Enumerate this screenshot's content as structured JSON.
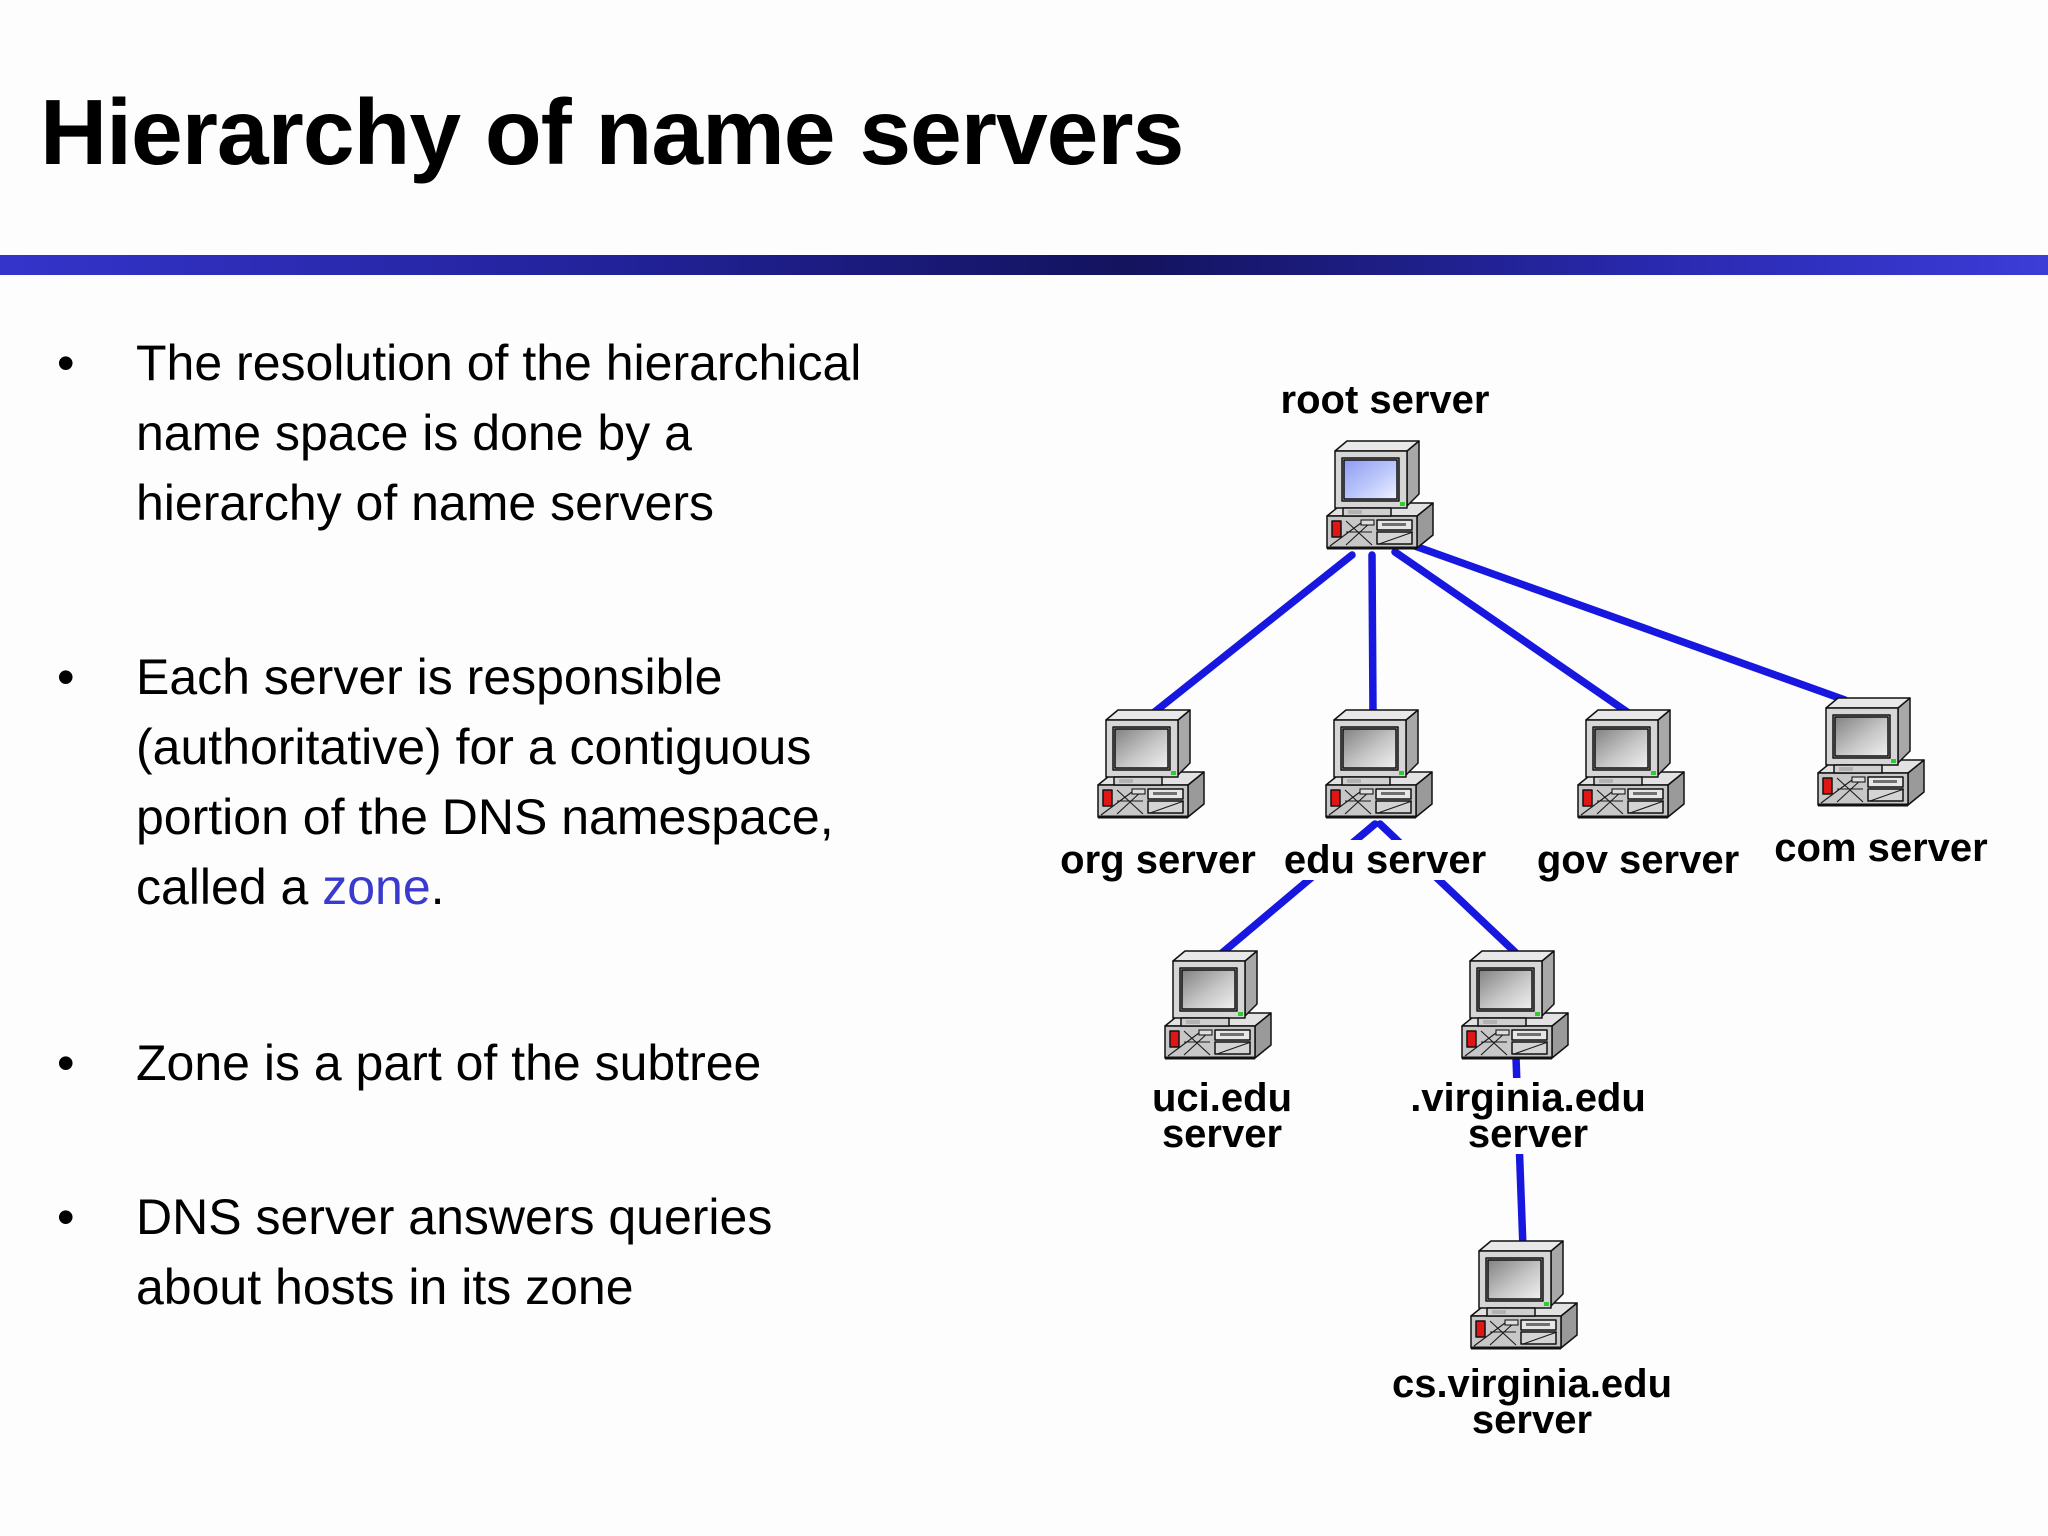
{
  "title": "Hierarchy of name servers",
  "bullet_char": "•",
  "accent_color": "#3a3ace",
  "title_rule_colors": [
    "#3434cb",
    "#22229a",
    "#13135e",
    "#2a2ab2",
    "#3c3cd8"
  ],
  "bullets": [
    {
      "lines": [
        [
          {
            "t": "The resolution of the hierarchical"
          }
        ],
        [
          {
            "t": "name space is done by a"
          }
        ],
        [
          {
            "t": "hierarchy of name servers"
          }
        ]
      ]
    },
    {
      "lines": [
        [
          {
            "t": "Each server is responsible"
          }
        ],
        [
          {
            "t": "(authoritative) for a contiguous"
          }
        ],
        [
          {
            "t": "portion of the DNS namespace,"
          }
        ],
        [
          {
            "t": "called a "
          },
          {
            "t": "zone",
            "c": "accent"
          },
          {
            "t": "."
          }
        ]
      ]
    },
    {
      "lines": [
        [
          {
            "t": "Zone is a part of the subtree"
          }
        ]
      ]
    },
    {
      "lines": [
        [
          {
            "t": "DNS server answers queries"
          }
        ],
        [
          {
            "t": "about hosts in its zone"
          }
        ]
      ]
    }
  ],
  "diagram": {
    "line_color": "#1717e0",
    "nodes": [
      {
        "id": "root",
        "label_lines": [
          "root server"
        ],
        "screen": "blue"
      },
      {
        "id": "org",
        "label_lines": [
          "org server"
        ],
        "screen": "gray"
      },
      {
        "id": "edu",
        "label_lines": [
          "edu server"
        ],
        "screen": "gray"
      },
      {
        "id": "gov",
        "label_lines": [
          "gov server"
        ],
        "screen": "gray"
      },
      {
        "id": "com",
        "label_lines": [
          "com server"
        ],
        "screen": "gray"
      },
      {
        "id": "uci",
        "label_lines": [
          "uci.edu",
          "server"
        ],
        "screen": "gray"
      },
      {
        "id": "virginia",
        "label_lines": [
          ".virginia.edu",
          "server"
        ],
        "screen": "gray"
      },
      {
        "id": "cs",
        "label_lines": [
          "cs.virginia.edu",
          "server"
        ],
        "screen": "gray"
      }
    ],
    "edges": [
      {
        "from": "root",
        "to": "org"
      },
      {
        "from": "root",
        "to": "edu"
      },
      {
        "from": "root",
        "to": "gov"
      },
      {
        "from": "root",
        "to": "com"
      },
      {
        "from": "edu",
        "to": "uci"
      },
      {
        "from": "edu",
        "to": "virginia"
      },
      {
        "from": "virginia",
        "to": "cs"
      }
    ]
  }
}
